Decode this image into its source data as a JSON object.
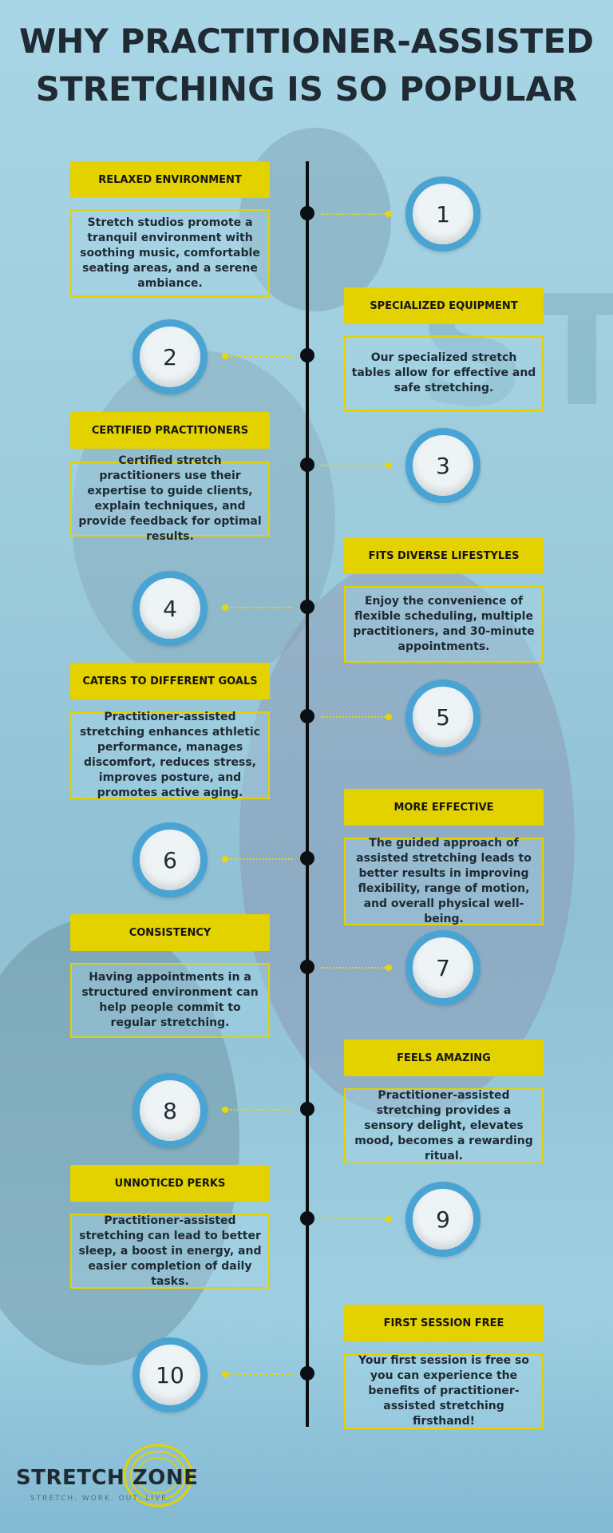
{
  "title": {
    "line1": "WHY PRACTITIONER-ASSISTED",
    "line2": "STRETCHING IS SO POPULAR"
  },
  "items": [
    {
      "number": "1",
      "label": "RELAXED ENVIRONMENT",
      "text": "Stretch studios promote a tranquil environment with soothing music, comfortable seating areas, and a serene ambiance."
    },
    {
      "number": "2",
      "label": "SPECIALIZED EQUIPMENT",
      "text": "Our specialized stretch tables allow for effective and safe stretching."
    },
    {
      "number": "3",
      "label": "CERTIFIED PRACTITIONERS",
      "text": "Certified stretch practitioners use their expertise to guide clients, explain techniques, and provide feedback for optimal results."
    },
    {
      "number": "4",
      "label": "FITS DIVERSE LIFESTYLES",
      "text": "Enjoy the convenience of flexible scheduling, multiple practitioners, and 30-minute appointments."
    },
    {
      "number": "5",
      "label": "CATERS TO DIFFERENT GOALS",
      "text": "Practitioner-assisted stretching enhances athletic performance, manages discomfort, reduces stress, improves posture, and promotes active aging."
    },
    {
      "number": "6",
      "label": "MORE EFFECTIVE",
      "text": "The guided approach of assisted stretching leads to better results in improving flexibility, range of motion, and overall physical well-being."
    },
    {
      "number": "7",
      "label": "CONSISTENCY",
      "text": "Having appointments in a structured environment can help people commit to regular stretching."
    },
    {
      "number": "8",
      "label": "FEELS AMAZING",
      "text": "Practitioner-assisted stretching provides a sensory delight, elevates mood, becomes a rewarding ritual."
    },
    {
      "number": "9",
      "label": "UNNOTICED PERKS",
      "text": "Practitioner-assisted stretching can lead to better sleep, a boost in energy, and easier completion of daily tasks."
    },
    {
      "number": "10",
      "label": "FIRST SESSION FREE",
      "text": "Your first session is free so you can experience the benefits of practitioner-assisted stretching firsthand!"
    }
  ],
  "logo": {
    "text": "STRETCH ZONE",
    "tagline": "STRETCH. WORK. OUT. LIVE."
  },
  "colors": {
    "accent_yellow": "#e3d100",
    "circle_blue": "#49a3d3",
    "text_dark": "#1f2a33",
    "line": "#0b0f12"
  }
}
